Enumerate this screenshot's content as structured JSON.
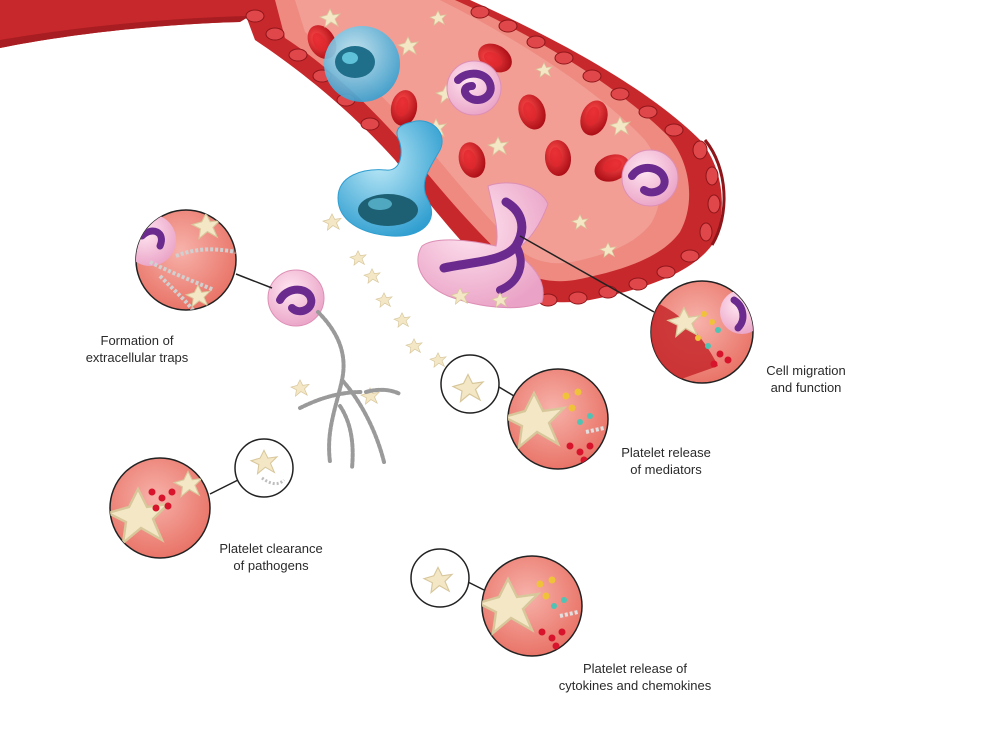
{
  "labels": {
    "extracellular_traps": {
      "line1": "Formation of",
      "line2": "extracellular traps"
    },
    "cell_migration": {
      "line1": "Cell migration",
      "line2": "and function"
    },
    "release_mediators": {
      "line1": "Platelet release",
      "line2": "of mediators"
    },
    "clearance_pathogens": {
      "line1": "Platelet clearance",
      "line2": "of pathogens"
    },
    "release_cytokines": {
      "line1": "Platelet release of",
      "line2": "cytokines and chemokines"
    }
  },
  "colors": {
    "vessel": "#c7282c",
    "vessel_dark": "#9e1b1f",
    "lumen": "#ee8a80",
    "red_cell": "#c8141c",
    "platelet": "#f3e7c6",
    "neutrophil": "#f4bfd8",
    "nucleus": "#6a2a8e",
    "monocyte": "#4fb3d9",
    "circle_fill": "#f08e86",
    "line": "#222222"
  }
}
